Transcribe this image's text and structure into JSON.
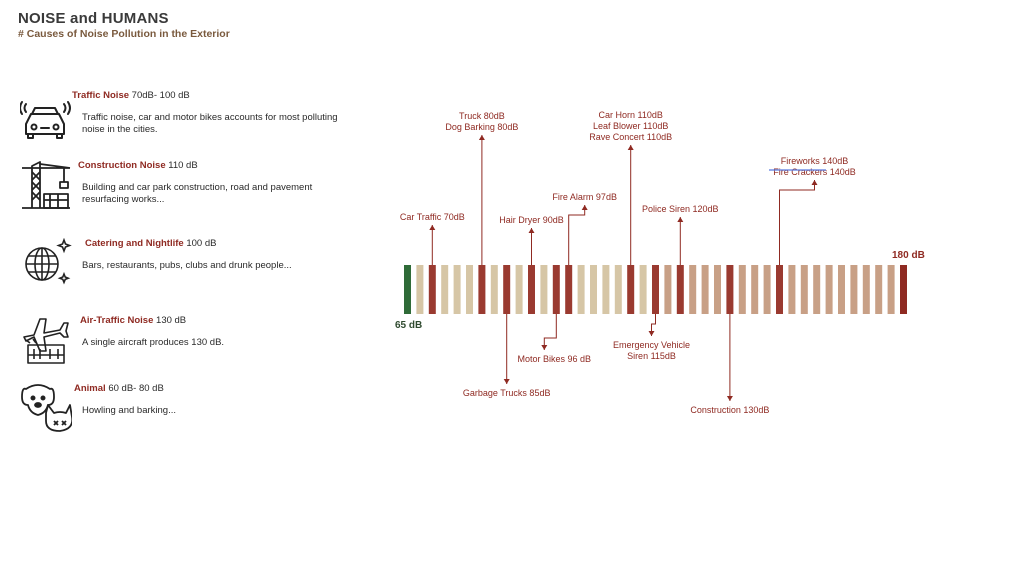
{
  "title": "NOISE and HUMANS",
  "subtitle": "# Causes of Noise Pollution in the Exterior",
  "causes": [
    {
      "icon": "car-icon",
      "name": "Traffic Noise",
      "level": "70dB- 100 dB",
      "description": "Traffic noise, car and motor bikes accounts for most polluting noise in the cities."
    },
    {
      "icon": "construction-crane-icon",
      "name": "Construction Noise",
      "level": "110 dB",
      "description": "Building and car park construction, road and pavement resurfacing works..."
    },
    {
      "icon": "disco-ball-icon",
      "name": "Catering and Nightlife",
      "level": "100 dB",
      "description": "Bars, restaurants, pubs, clubs and drunk people..."
    },
    {
      "icon": "airplane-icon",
      "name": "Air-Traffic Noise",
      "level": "130 dB",
      "description": "A single aircraft produces 130 dB."
    },
    {
      "icon": "dog-cat-icon",
      "name": "Animal",
      "level": "60 dB- 80 dB",
      "description": "Howling and barking..."
    }
  ],
  "chart_data": {
    "type": "bar",
    "scale_min_label": "65 dB",
    "scale_max_label": "180 dB",
    "bar_count": 41,
    "colors": {
      "start": "#2f6b38",
      "light": "#d6c6a6",
      "mid": "#c8a086",
      "marker": "#9a3a30",
      "end": "#8f2a22",
      "text": "#8f2a22"
    },
    "annotations": [
      {
        "bar": 2,
        "side": "above",
        "lines": [
          "Car Traffic 70dB"
        ]
      },
      {
        "bar": 6,
        "side": "above",
        "lines": [
          "Truck 80dB",
          "Dog Barking 80dB"
        ]
      },
      {
        "bar": 8,
        "side": "below",
        "lines": [
          "Garbage Trucks 85dB"
        ]
      },
      {
        "bar": 10,
        "side": "above",
        "lines": [
          "Hair Dryer 90dB"
        ]
      },
      {
        "bar": 12,
        "side": "below",
        "lines": [
          "Motor Bikes 96 dB"
        ]
      },
      {
        "bar": 13,
        "side": "above",
        "lines": [
          "Fire Alarm 97dB"
        ]
      },
      {
        "bar": 18,
        "side": "above",
        "lines": [
          "Car Horn 110dB",
          "Leaf Blower 110dB",
          "Rave Concert 110dB"
        ]
      },
      {
        "bar": 20,
        "side": "below",
        "lines": [
          "Emergency Vehicle",
          "Siren 115dB"
        ]
      },
      {
        "bar": 22,
        "side": "above",
        "lines": [
          "Police Siren 120dB"
        ]
      },
      {
        "bar": 26,
        "side": "below",
        "lines": [
          "Construction 130dB"
        ]
      },
      {
        "bar": 30,
        "side": "above",
        "lines": [
          "Fireworks 140dB",
          "Fire Crackers 140dB"
        ]
      }
    ]
  }
}
